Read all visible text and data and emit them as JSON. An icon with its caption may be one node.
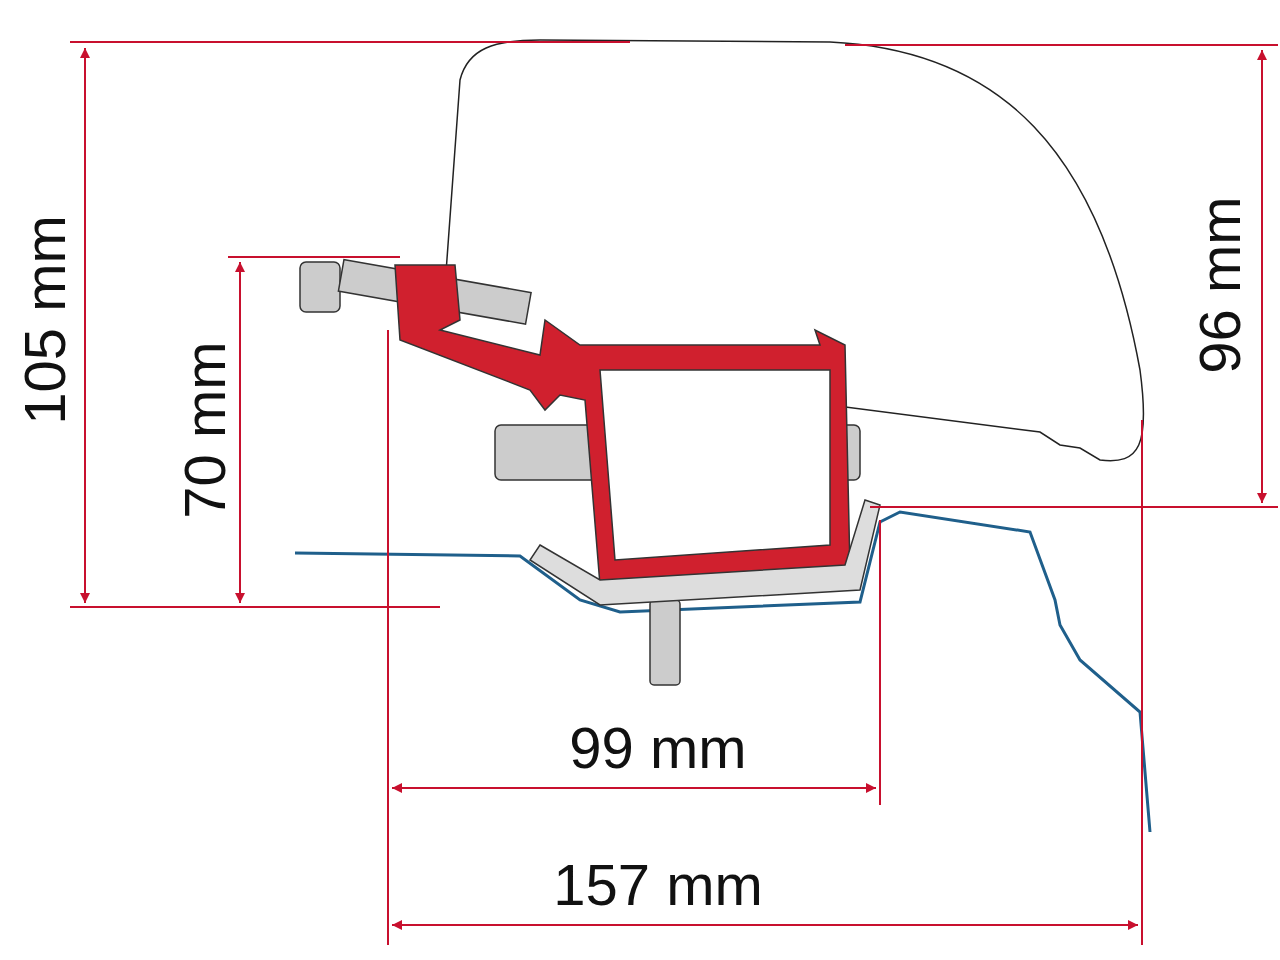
{
  "diagram": {
    "labels": [
      "105 mm",
      "70 mm",
      "96 mm",
      "99 mm",
      "157 mm"
    ]
  }
}
